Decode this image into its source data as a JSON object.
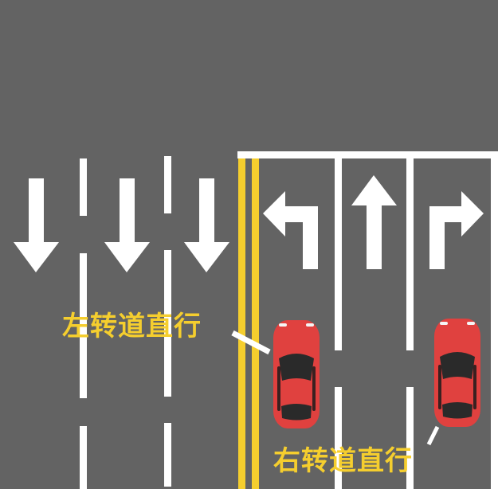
{
  "diagram": {
    "type": "road-lane-markings",
    "colors": {
      "road": "#636363",
      "lane_line": "#ffffff",
      "center_line": "#f5ce2e",
      "label": "#f5ce2e",
      "car_body": "#e0413f"
    },
    "oncoming_lanes": {
      "arrows": [
        "down-arrow",
        "down-arrow",
        "down-arrow"
      ]
    },
    "approach_lanes": {
      "arrows": [
        "left-turn-arrow",
        "straight-arrow",
        "right-turn-arrow"
      ]
    },
    "labels": {
      "left": "左转道直行",
      "right": "右转道直行"
    },
    "cars": [
      {
        "lane": "left-turn-lane",
        "label": "左转道直行"
      },
      {
        "lane": "right-turn-lane",
        "label": "右转道直行"
      }
    ]
  }
}
